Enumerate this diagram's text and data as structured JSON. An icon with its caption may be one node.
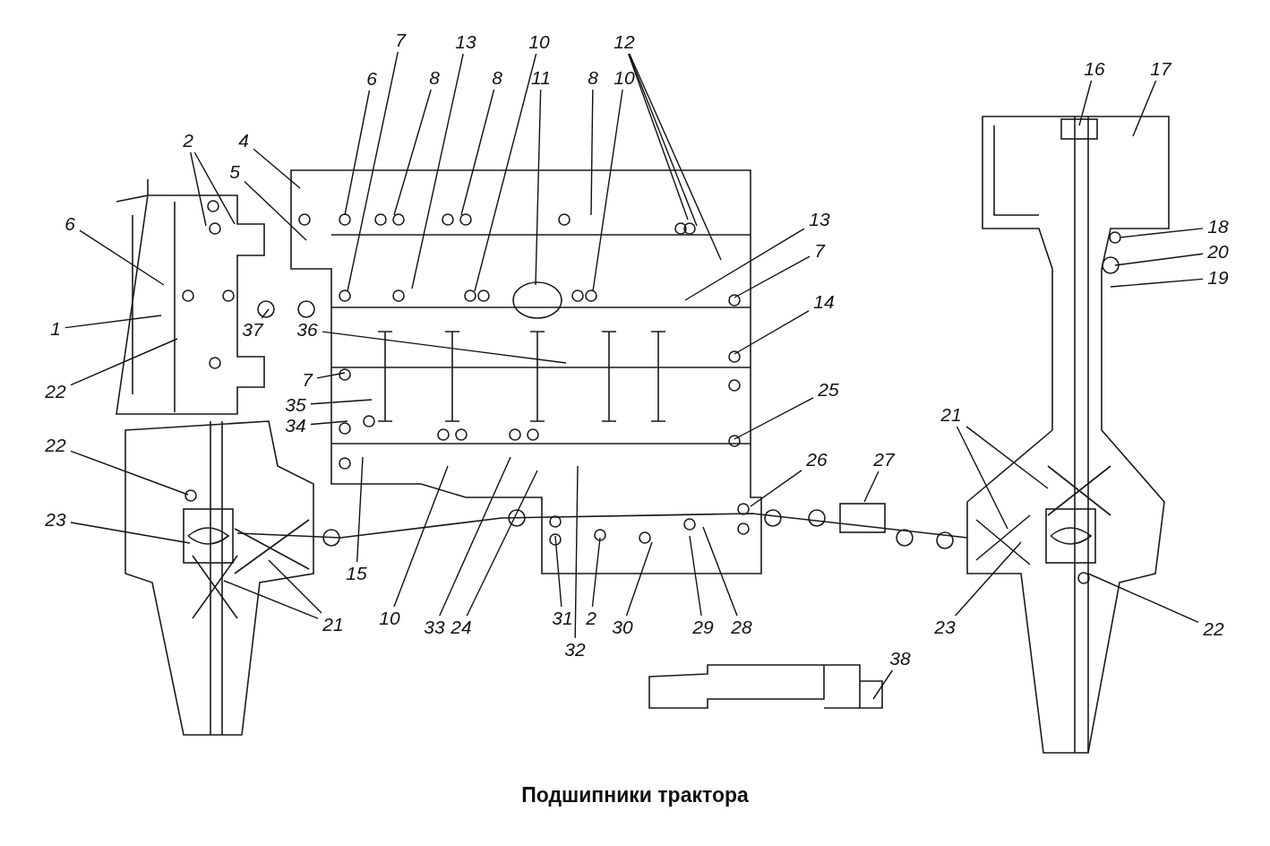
{
  "diagram": {
    "title": "Подшипники трактора",
    "nodes": [
      {
        "text": [
          "7"
        ]
      },
      {
        "text": [
          "13"
        ]
      },
      {
        "text": [
          "10"
        ]
      },
      {
        "text": [
          "12"
        ]
      },
      {
        "text": [
          "16"
        ]
      },
      {
        "text": [
          "17"
        ]
      },
      {
        "text": [
          "6"
        ]
      },
      {
        "text": [
          "8"
        ]
      },
      {
        "text": [
          "8"
        ]
      },
      {
        "text": [
          "11"
        ]
      },
      {
        "text": [
          "8"
        ]
      },
      {
        "text": [
          "10"
        ]
      },
      {
        "text": [
          "2"
        ]
      },
      {
        "text": [
          "4"
        ]
      },
      {
        "text": [
          "5"
        ]
      },
      {
        "text": [
          "13"
        ]
      },
      {
        "text": [
          "6"
        ]
      },
      {
        "text": [
          "18"
        ]
      },
      {
        "text": [
          "7"
        ]
      },
      {
        "text": [
          "20"
        ]
      },
      {
        "text": [
          "19"
        ]
      },
      {
        "text": [
          "14"
        ]
      },
      {
        "text": [
          "1"
        ]
      },
      {
        "text": [
          "37"
        ]
      },
      {
        "text": [
          "36"
        ]
      },
      {
        "text": [
          "7"
        ]
      },
      {
        "text": [
          "25"
        ]
      },
      {
        "text": [
          "22"
        ]
      },
      {
        "text": [
          "35"
        ]
      },
      {
        "text": [
          "21"
        ]
      },
      {
        "text": [
          "34"
        ]
      },
      {
        "text": [
          "22"
        ]
      },
      {
        "text": [
          "26"
        ]
      },
      {
        "text": [
          "27"
        ]
      },
      {
        "text": [
          "23"
        ]
      },
      {
        "text": [
          "15"
        ]
      },
      {
        "text": [
          "10"
        ]
      },
      {
        "text": [
          "31"
        ]
      },
      {
        "text": [
          "2"
        ]
      },
      {
        "text": [
          "33"
        ]
      },
      {
        "text": [
          "24"
        ]
      },
      {
        "text": [
          "30"
        ]
      },
      {
        "text": [
          "29"
        ]
      },
      {
        "text": [
          "28"
        ]
      },
      {
        "text": [
          "21"
        ]
      },
      {
        "text": [
          "23"
        ]
      },
      {
        "text": [
          "22"
        ]
      },
      {
        "text": [
          "32"
        ]
      },
      {
        "text": [
          "38"
        ]
      }
    ],
    "edges": [
      {
        "from": 0,
        "to": null,
        "arrow": "none"
      },
      {
        "from": 1,
        "to": null,
        "arrow": "none"
      },
      {
        "from": 2,
        "to": null,
        "arrow": "none"
      },
      {
        "from": 3,
        "to": null,
        "arrow": "none"
      },
      {
        "from": 3,
        "to": null,
        "arrow": "none"
      },
      {
        "from": 3,
        "to": null,
        "arrow": "none"
      },
      {
        "from": 4,
        "to": null,
        "arrow": "none"
      },
      {
        "from": 5,
        "to": null,
        "arrow": "none"
      },
      {
        "from": 6,
        "to": null,
        "arrow": "none"
      },
      {
        "from": 7,
        "to": null,
        "arrow": "none"
      },
      {
        "from": 8,
        "to": null,
        "arrow": "none"
      },
      {
        "from": 9,
        "to": null,
        "arrow": "none"
      },
      {
        "from": 10,
        "to": null,
        "arrow": "none"
      },
      {
        "from": 11,
        "to": null,
        "arrow": "none"
      },
      {
        "from": 12,
        "to": null,
        "arrow": "none"
      },
      {
        "from": 12,
        "to": null,
        "arrow": "none"
      },
      {
        "from": 13,
        "to": null,
        "arrow": "none"
      },
      {
        "from": 14,
        "to": null,
        "arrow": "none"
      },
      {
        "from": 15,
        "to": null,
        "arrow": "none"
      },
      {
        "from": 16,
        "to": null,
        "arrow": "none"
      },
      {
        "from": 17,
        "to": null,
        "arrow": "none"
      },
      {
        "from": 18,
        "to": null,
        "arrow": "none"
      },
      {
        "from": 19,
        "to": null,
        "arrow": "none"
      },
      {
        "from": 20,
        "to": null,
        "arrow": "none"
      },
      {
        "from": 21,
        "to": null,
        "arrow": "none"
      },
      {
        "from": 22,
        "to": null,
        "arrow": "none"
      },
      {
        "from": 23,
        "to": null,
        "arrow": "none"
      },
      {
        "from": 24,
        "to": null,
        "arrow": "none"
      },
      {
        "from": 25,
        "to": null,
        "arrow": "none"
      },
      {
        "from": 26,
        "to": null,
        "arrow": "none"
      },
      {
        "from": 27,
        "to": null,
        "arrow": "none"
      },
      {
        "from": 28,
        "to": null,
        "arrow": "none"
      },
      {
        "from": 29,
        "to": null,
        "arrow": "none"
      },
      {
        "from": 29,
        "to": null,
        "arrow": "none"
      },
      {
        "from": 30,
        "to": null,
        "arrow": "none"
      },
      {
        "from": 31,
        "to": null,
        "arrow": "none"
      },
      {
        "from": 32,
        "to": null,
        "arrow": "none"
      },
      {
        "from": 33,
        "to": null,
        "arrow": "none"
      },
      {
        "from": 34,
        "to": null,
        "arrow": "none"
      },
      {
        "from": 35,
        "to": null,
        "arrow": "none"
      },
      {
        "from": 36,
        "to": null,
        "arrow": "none"
      },
      {
        "from": 37,
        "to": null,
        "arrow": "none"
      },
      {
        "from": 38,
        "to": null,
        "arrow": "none"
      },
      {
        "from": 39,
        "to": null,
        "arrow": "none"
      },
      {
        "from": 40,
        "to": null,
        "arrow": "none"
      },
      {
        "from": 41,
        "to": null,
        "arrow": "none"
      },
      {
        "from": 42,
        "to": null,
        "arrow": "none"
      },
      {
        "from": 43,
        "to": null,
        "arrow": "none"
      },
      {
        "from": 44,
        "to": null,
        "arrow": "none"
      },
      {
        "from": 44,
        "to": null,
        "arrow": "none"
      },
      {
        "from": 45,
        "to": null,
        "arrow": "none"
      },
      {
        "from": 46,
        "to": null,
        "arrow": "none"
      },
      {
        "from": 47,
        "to": null,
        "arrow": "none"
      },
      {
        "from": 48,
        "to": null,
        "arrow": "none"
      }
    ]
  }
}
